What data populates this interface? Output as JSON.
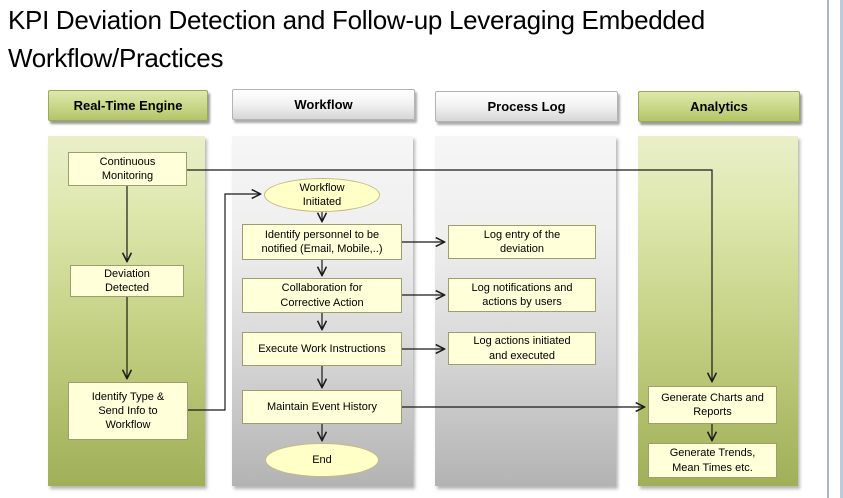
{
  "title_lines": [
    "KPI Deviation Detection and Follow-up Leveraging Embedded",
    "Workflow/Practices"
  ],
  "columns": {
    "realtime": {
      "header": "Real-Time Engine"
    },
    "workflow": {
      "header": "Workflow"
    },
    "processlog": {
      "header": "Process Log"
    },
    "analytics": {
      "header": "Analytics"
    }
  },
  "nodes": {
    "continuous_monitoring": [
      "Continuous",
      "Monitoring"
    ],
    "deviation_detected": [
      "Deviation",
      "Detected"
    ],
    "identify_type": [
      "Identify Type &",
      "Send Info to",
      "Workflow"
    ],
    "workflow_initiated": [
      "Workflow",
      "Initiated"
    ],
    "identify_personnel": [
      "Identify personnel to be",
      "notified (Email, Mobile,..)"
    ],
    "collaboration": [
      "Collaboration for",
      "Corrective Action"
    ],
    "execute_instructions": "Execute Work Instructions",
    "maintain_history": "Maintain Event History",
    "end": "End",
    "log_entry": [
      "Log entry of the",
      "deviation"
    ],
    "log_notifications": [
      "Log notifications and",
      "actions by users"
    ],
    "log_actions": [
      "Log actions initiated",
      "and executed"
    ],
    "generate_charts": [
      "Generate Charts and",
      "Reports"
    ],
    "generate_trends": [
      "Generate Trends,",
      "Mean Times etc."
    ]
  },
  "edges": [
    [
      "continuous_monitoring",
      "generate_charts"
    ],
    [
      "continuous_monitoring",
      "deviation_detected"
    ],
    [
      "deviation_detected",
      "identify_type"
    ],
    [
      "identify_type",
      "workflow_initiated"
    ],
    [
      "workflow_initiated",
      "identify_personnel"
    ],
    [
      "identify_personnel",
      "collaboration"
    ],
    [
      "identify_personnel",
      "log_entry"
    ],
    [
      "collaboration",
      "execute_instructions"
    ],
    [
      "collaboration",
      "log_notifications"
    ],
    [
      "execute_instructions",
      "maintain_history"
    ],
    [
      "execute_instructions",
      "log_actions"
    ],
    [
      "maintain_history",
      "end"
    ],
    [
      "maintain_history",
      "generate_charts"
    ],
    [
      "generate_charts",
      "generate_trends"
    ]
  ],
  "colors": {
    "green_header": "#c6d47f",
    "gray_header": "#e8e8e8",
    "green_panel_top": "#eaefc9",
    "green_panel_bottom": "#a0af58",
    "gray_panel_top": "#f6f6f6",
    "gray_panel_bottom": "#b3b3b3",
    "node_fill": "#ffffd9",
    "node_border": "#9d9d70",
    "ellipse_fill": "#ffffc8",
    "connector": "#1a1a1a",
    "window_edge": "#a9b6c4"
  }
}
